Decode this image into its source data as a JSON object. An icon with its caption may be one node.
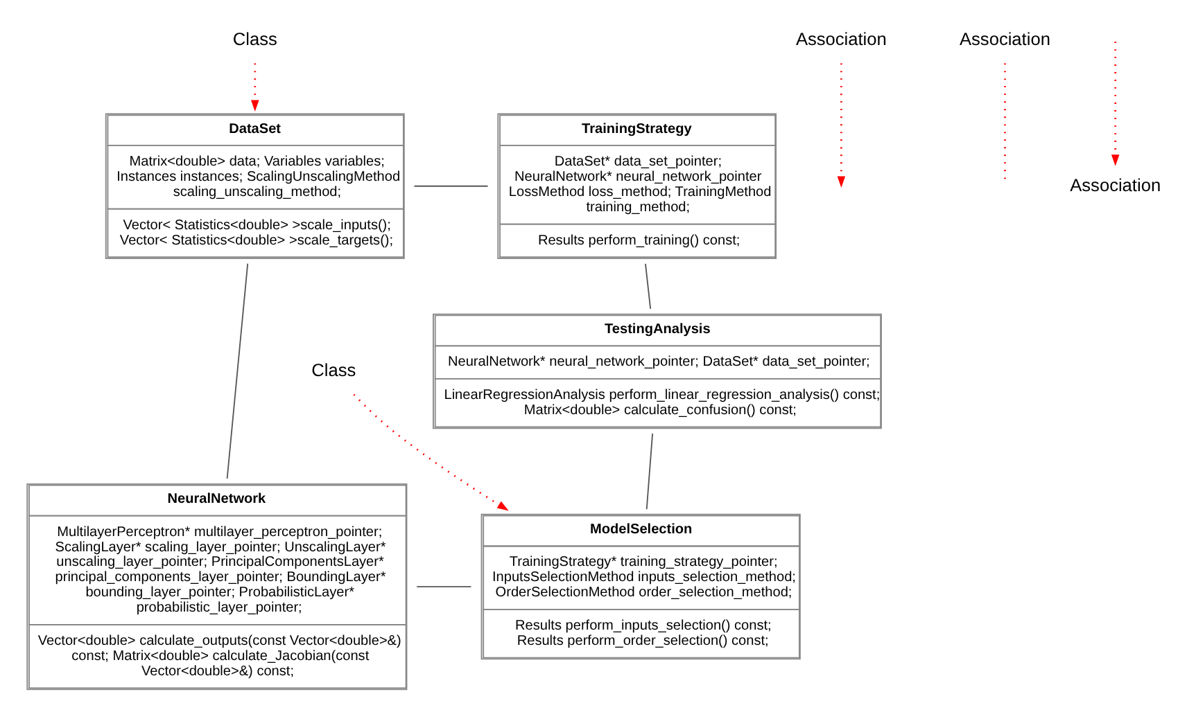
{
  "diagram": {
    "nodes": [
      {
        "text": [
          "DataSet",
          "Matrix<double> data; Variables variables; Instances instances; ScalingUnscalingMethod scaling_unscaling_method;",
          "Vector< Statistics<double> >scale_inputs(); Vector< Statistics<double> >scale_targets();"
        ]
      },
      {
        "text": [
          "TrainingStrategy",
          "DataSet* data_set_pointer; NeuralNetwork* neural_network_pointer LossMethod loss_method; TrainingMethod training_method;",
          "Results perform_training() const;"
        ]
      },
      {
        "text": [
          "TestingAnalysis",
          "NeuralNetwork* neural_network_pointer; DataSet* data_set_pointer;",
          "LinearRegressionAnalysis perform_linear_regression_analysis() const; Matrix<double> calculate_confusion() const;"
        ]
      },
      {
        "text": [
          "NeuralNetwork",
          "MultilayerPerceptron* multilayer_perceptron_pointer; ScalingLayer* scaling_layer_pointer; UnscalingLayer* unscaling_layer_pointer; PrincipalComponentsLayer* principal_components_layer_pointer; BoundingLayer* bounding_layer_pointer; ProbabilisticLayer* probabilistic_layer_pointer;",
          "Vector<double> calculate_outputs(const Vector<double>&) const; Matrix<double> calculate_Jacobian(const Vector<double>&) const;"
        ]
      },
      {
        "text": [
          "ModelSelection",
          "TrainingStrategy* training_strategy_pointer; InputsSelectionMethod inputs_selection_method; OrderSelectionMethod order_selection_method;",
          "Results perform_inputs_selection() const; Results perform_order_selection() const;"
        ]
      },
      {
        "text": [
          "Association"
        ]
      },
      {
        "text": [
          "Association"
        ]
      },
      {
        "text": [
          "Class"
        ]
      },
      {
        "text": [
          "Association"
        ]
      },
      {
        "text": [
          "Class"
        ]
      }
    ],
    "edges": [
      {
        "from": 0,
        "to": 1,
        "arrow": "none"
      },
      {
        "from": 1,
        "to": 2,
        "arrow": "none"
      },
      {
        "from": 0,
        "to": 3,
        "arrow": "none"
      },
      {
        "from": 2,
        "to": 4,
        "arrow": "none"
      },
      {
        "from": 3,
        "to": 4,
        "arrow": "none"
      },
      {
        "from": 5,
        "to": null,
        "arrow": "to",
        "style": "dashed",
        "color": "#ff0000"
      },
      {
        "from": 6,
        "to": null,
        "arrow": "none",
        "style": "dashed",
        "color": "#ff0000"
      },
      {
        "from": 7,
        "to": 0,
        "arrow": "to",
        "style": "dashed",
        "color": "#ff0000"
      },
      {
        "from": null,
        "to": 8,
        "arrow": "to",
        "style": "dashed",
        "color": "#ff0000"
      },
      {
        "from": 9,
        "to": 4,
        "arrow": "to",
        "style": "dashed",
        "color": "#ff0000"
      }
    ]
  }
}
